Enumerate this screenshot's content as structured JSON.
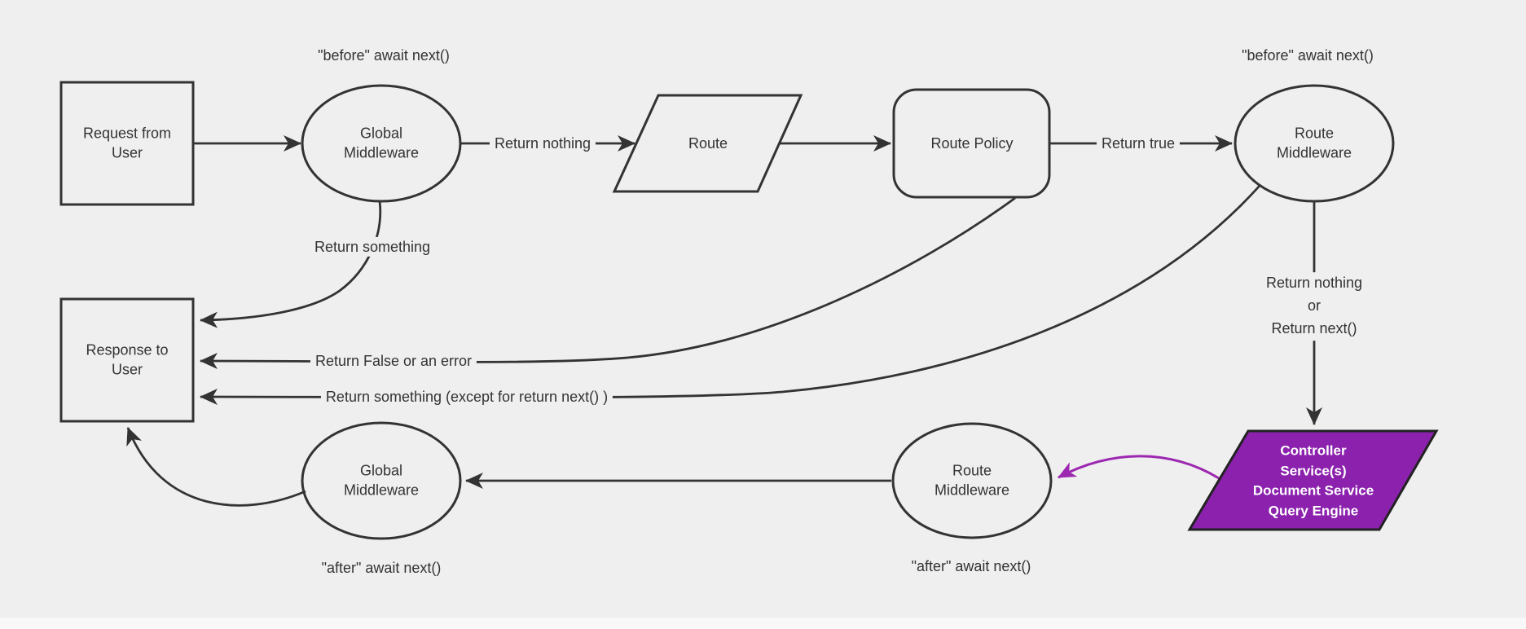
{
  "diagram": {
    "background": "#efefef",
    "stroke_color": "#333333",
    "text_color": "#333333",
    "purple_fill": "#8b21ad",
    "purple_edge": "#9c27b0",
    "nodes": {
      "request": {
        "label": "Request from\nUser"
      },
      "global_middleware_before": {
        "label": "Global\nMiddleware"
      },
      "route": {
        "label": "Route"
      },
      "route_policy": {
        "label": "Route Policy"
      },
      "route_middleware_before": {
        "label": "Route\nMiddleware"
      },
      "response": {
        "label": "Response to\nUser"
      },
      "global_middleware_after": {
        "label": "Global\nMiddleware"
      },
      "route_middleware_after": {
        "label": "Route\nMiddleware"
      },
      "controller": {
        "label": "Controller\nService(s)\nDocument Service\nQuery Engine"
      }
    },
    "annotations": {
      "before_global": "\"before\" await next()",
      "before_route": "\"before\" await next()",
      "after_global": "\"after\" await next()",
      "after_route": "\"after\" await next()"
    },
    "edge_labels": {
      "return_nothing": "Return nothing",
      "return_true": "Return true",
      "return_something": "Return something",
      "return_false": "Return False or an error",
      "return_something_except": "Return something (except for return next() )",
      "return_nothing_or_next": "Return nothing\nor\nReturn next()"
    }
  }
}
